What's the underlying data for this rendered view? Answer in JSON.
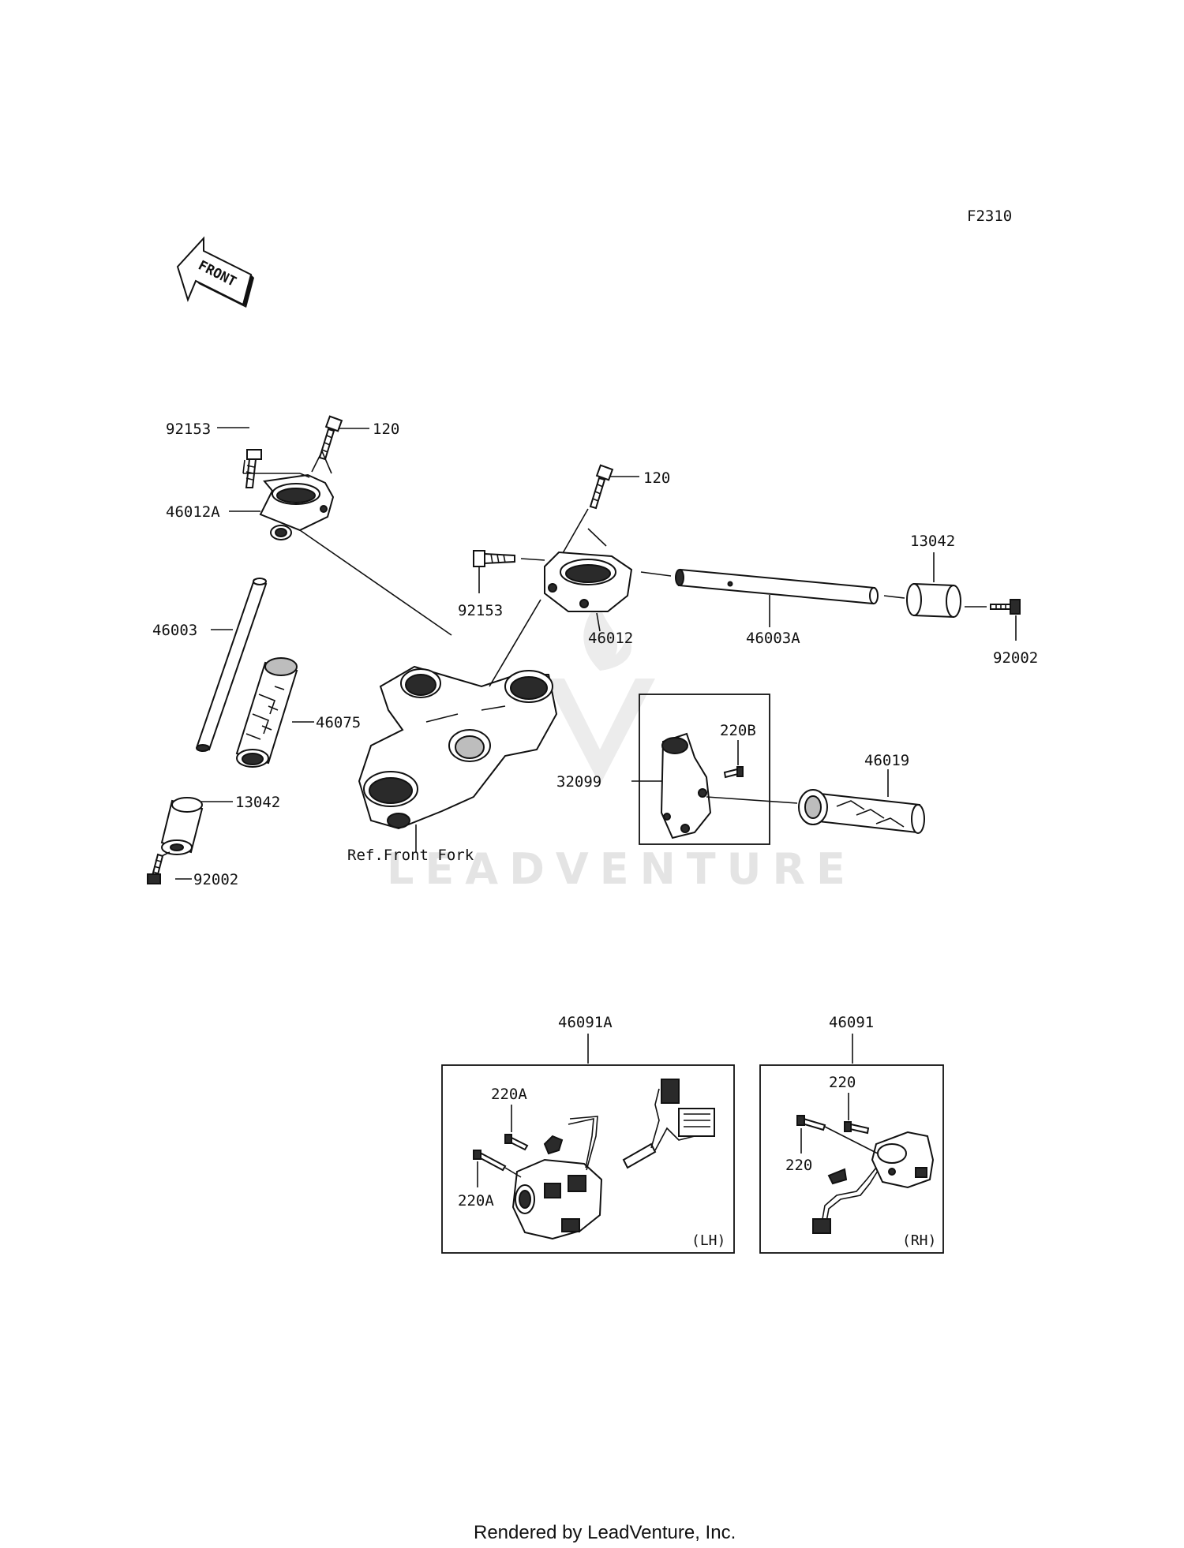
{
  "figure_code": "F2310",
  "front_arrow_label": "FRONT",
  "watermark": "LEADVENTURE",
  "footer": "Rendered by LeadVenture, Inc.",
  "labels": {
    "lh_bolt_92153": "92153",
    "lh_bolt_120": "120",
    "lh_holder": "46012A",
    "lh_handlebar": "46003",
    "lh_grip": "46075",
    "lh_weight": "13042",
    "lh_weight_bolt": "92002",
    "ref_front_fork": "Ref.Front Fork",
    "rh_bolt_120": "120",
    "rh_bolt_92153": "92153",
    "rh_holder": "46012",
    "rh_handlebar": "46003A",
    "rh_weight": "13042",
    "rh_weight_bolt": "92002",
    "throttle_screw": "220B",
    "throttle_case": "32099",
    "throttle_grip": "46019",
    "switch_lh": "46091A",
    "switch_lh_screw_upper": "220A",
    "switch_lh_screw_lower": "220A",
    "switch_lh_side": "(LH)",
    "switch_rh": "46091",
    "switch_rh_screw_upper": "220",
    "switch_rh_screw_lower": "220",
    "switch_rh_side": "(RH)"
  }
}
